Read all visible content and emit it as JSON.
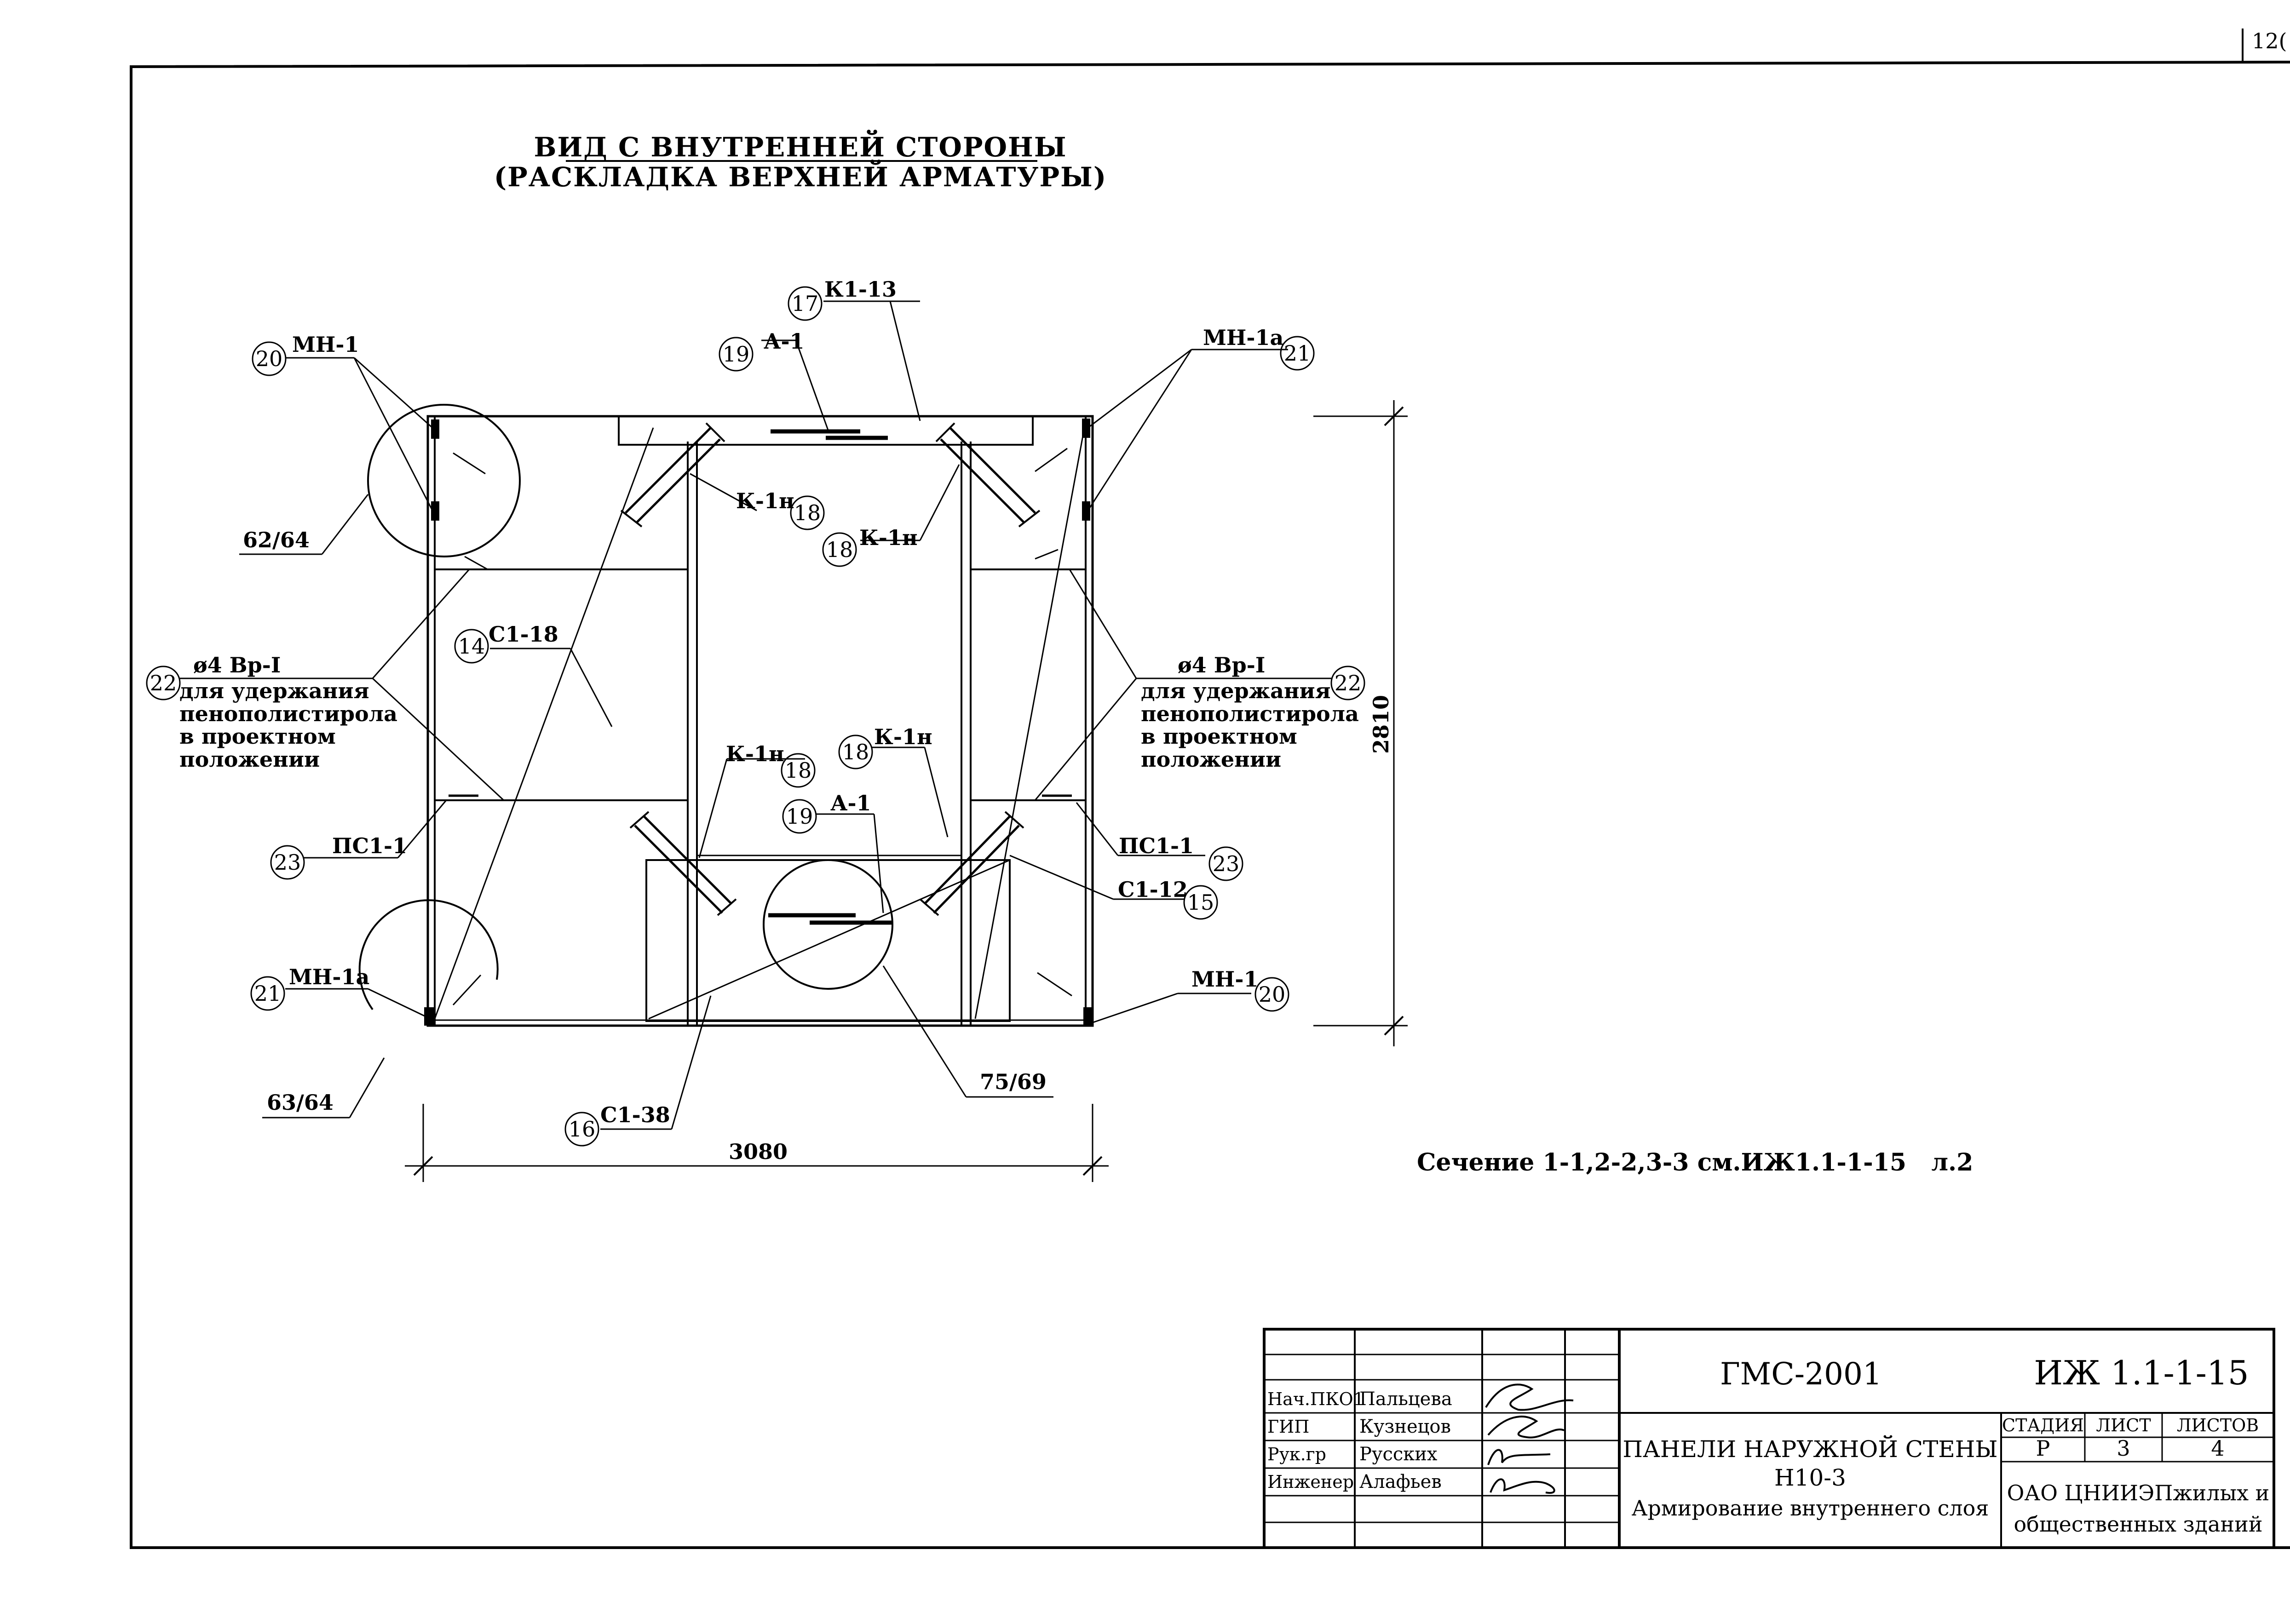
{
  "page_number": "12(",
  "title": {
    "line1": "ВИД С ВНУТРЕННЕЙ СТОРОНЫ",
    "line2": "(РАСКЛАДКА ВЕРХНЕЙ АРМАТУРЫ)"
  },
  "dimensions": {
    "width": "3080",
    "height": "2810"
  },
  "callouts": {
    "c17_num": "17",
    "c17_label": "К1-13",
    "c19a_num": "19",
    "c19a_label": "А-1",
    "c20a_num": "20",
    "c20a_label": "МН-1",
    "c21a_num": "21",
    "c21a_label": "МН-1а",
    "c18a_num": "18",
    "c18a_label": "К-1н",
    "c18b_num": "18",
    "c18b_label": "К-1н",
    "c18c_num": "18",
    "c18c_label": "К-1н",
    "c18d_num": "18",
    "c18d_label": "К-1н",
    "c14_num": "14",
    "c14_label": "С1-18",
    "c22a_num": "22",
    "c22b_num": "22",
    "c19b_num": "19",
    "c19b_label": "А-1",
    "c23a_num": "23",
    "c23a_label": "ПС1-1",
    "c23b_num": "23",
    "c23b_label": "ПС1-1",
    "c15_num": "15",
    "c15_label": "С1-12",
    "c21b_num": "21",
    "c21b_label": "МН-1а",
    "c20b_num": "20",
    "c20b_label": "МН-1",
    "c16_num": "16",
    "c16_label": "С1-38"
  },
  "notes": {
    "bar_spec": "ø4 Вр-I",
    "purpose_line1": "для удержания",
    "purpose_line2": "пенополистирола",
    "purpose_line3": "в проектном",
    "purpose_line4": "положении"
  },
  "detail_refs": {
    "d1": "62/64",
    "d2": "63/64",
    "d3": "75/69"
  },
  "section_note": "Сечение 1-1,2-2,3-3 см.ИЖ1.1-1-15   л.2",
  "title_block": {
    "org_code": "ГМС-2001",
    "doc_code": "ИЖ 1.1-1-15",
    "product_line1": "ПАНЕЛИ НАРУЖНОЙ СТЕНЫ",
    "product_line2": "Н10-3",
    "product_line3": "Армирование внутреннего слоя",
    "stage_header": "СТАДИЯ",
    "sheet_header": "ЛИСТ",
    "sheets_header": "ЛИСТОВ",
    "stage": "Р",
    "sheet": "3",
    "sheets": "4",
    "company_line1": "ОАО ЦНИИЭПжилых и",
    "company_line2": "общественных зданий",
    "staff": [
      {
        "role": "Нач.ПКО1",
        "name": "Пальцева"
      },
      {
        "role": "ГИП",
        "name": "Кузнецов"
      },
      {
        "role": "Рук.гр",
        "name": "Русских"
      },
      {
        "role": "Инженер",
        "name": "Алафьев"
      }
    ]
  }
}
